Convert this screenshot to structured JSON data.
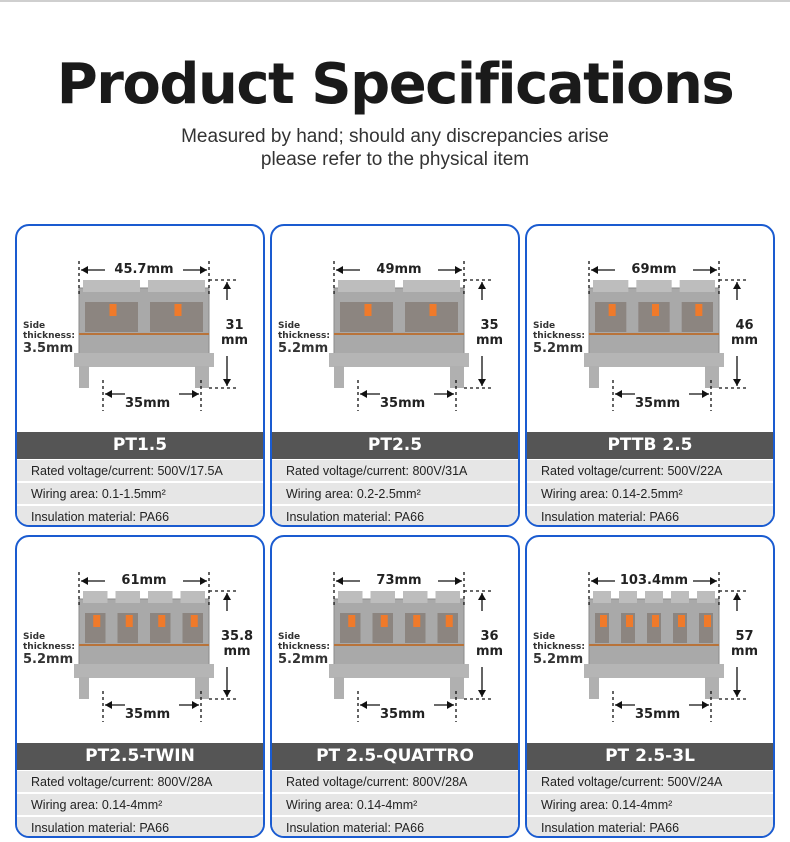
{
  "header": {
    "title": "Product Specifications",
    "subtitle_line1": "Measured by hand; should any discrepancies arise",
    "subtitle_line2": "please refer to the physical item"
  },
  "side_label": "Side thickness:",
  "base_label": "35mm",
  "colors": {
    "border": "#1a5bd0",
    "title_bar": "#555555",
    "row_bg": "#e6e6e6",
    "accent": "#f07a2a"
  },
  "products": [
    {
      "name": "PT1.5",
      "width": "45.7mm",
      "height_value": "31",
      "height_unit": "mm",
      "side": "3.5mm",
      "voltage": "Rated voltage/current: 500V/17.5A",
      "wiring": "Wiring area: 0.1-1.5mm²",
      "insulation": "Insulation material: PA66"
    },
    {
      "name": "PT2.5",
      "width": "49mm",
      "height_value": "35",
      "height_unit": "mm",
      "side": "5.2mm",
      "voltage": "Rated voltage/current: 800V/31A",
      "wiring": "Wiring area: 0.2-2.5mm²",
      "insulation": "Insulation material: PA66"
    },
    {
      "name": "PTTB 2.5",
      "width": "69mm",
      "height_value": "46",
      "height_unit": "mm",
      "side": "5.2mm",
      "voltage": "Rated voltage/current: 500V/22A",
      "wiring": "Wiring area: 0.14-2.5mm²",
      "insulation": "Insulation material: PA66"
    },
    {
      "name": "PT2.5-TWIN",
      "width": "61mm",
      "height_value": "35.8",
      "height_unit": "mm",
      "side": "5.2mm",
      "voltage": "Rated voltage/current: 800V/28A",
      "wiring": "Wiring area: 0.14-4mm²",
      "insulation": "Insulation material: PA66"
    },
    {
      "name": "PT 2.5-QUATTRO",
      "width": "73mm",
      "height_value": "36",
      "height_unit": "mm",
      "side": "5.2mm",
      "voltage": "Rated voltage/current: 800V/28A",
      "wiring": "Wiring area: 0.14-4mm²",
      "insulation": "Insulation material: PA66"
    },
    {
      "name": "PT 2.5-3L",
      "width": "103.4mm",
      "height_value": "57",
      "height_unit": "mm",
      "side": "5.2mm",
      "voltage": "Rated voltage/current: 500V/24A",
      "wiring": "Wiring area: 0.14-4mm²",
      "insulation": "Insulation material: PA66"
    }
  ]
}
